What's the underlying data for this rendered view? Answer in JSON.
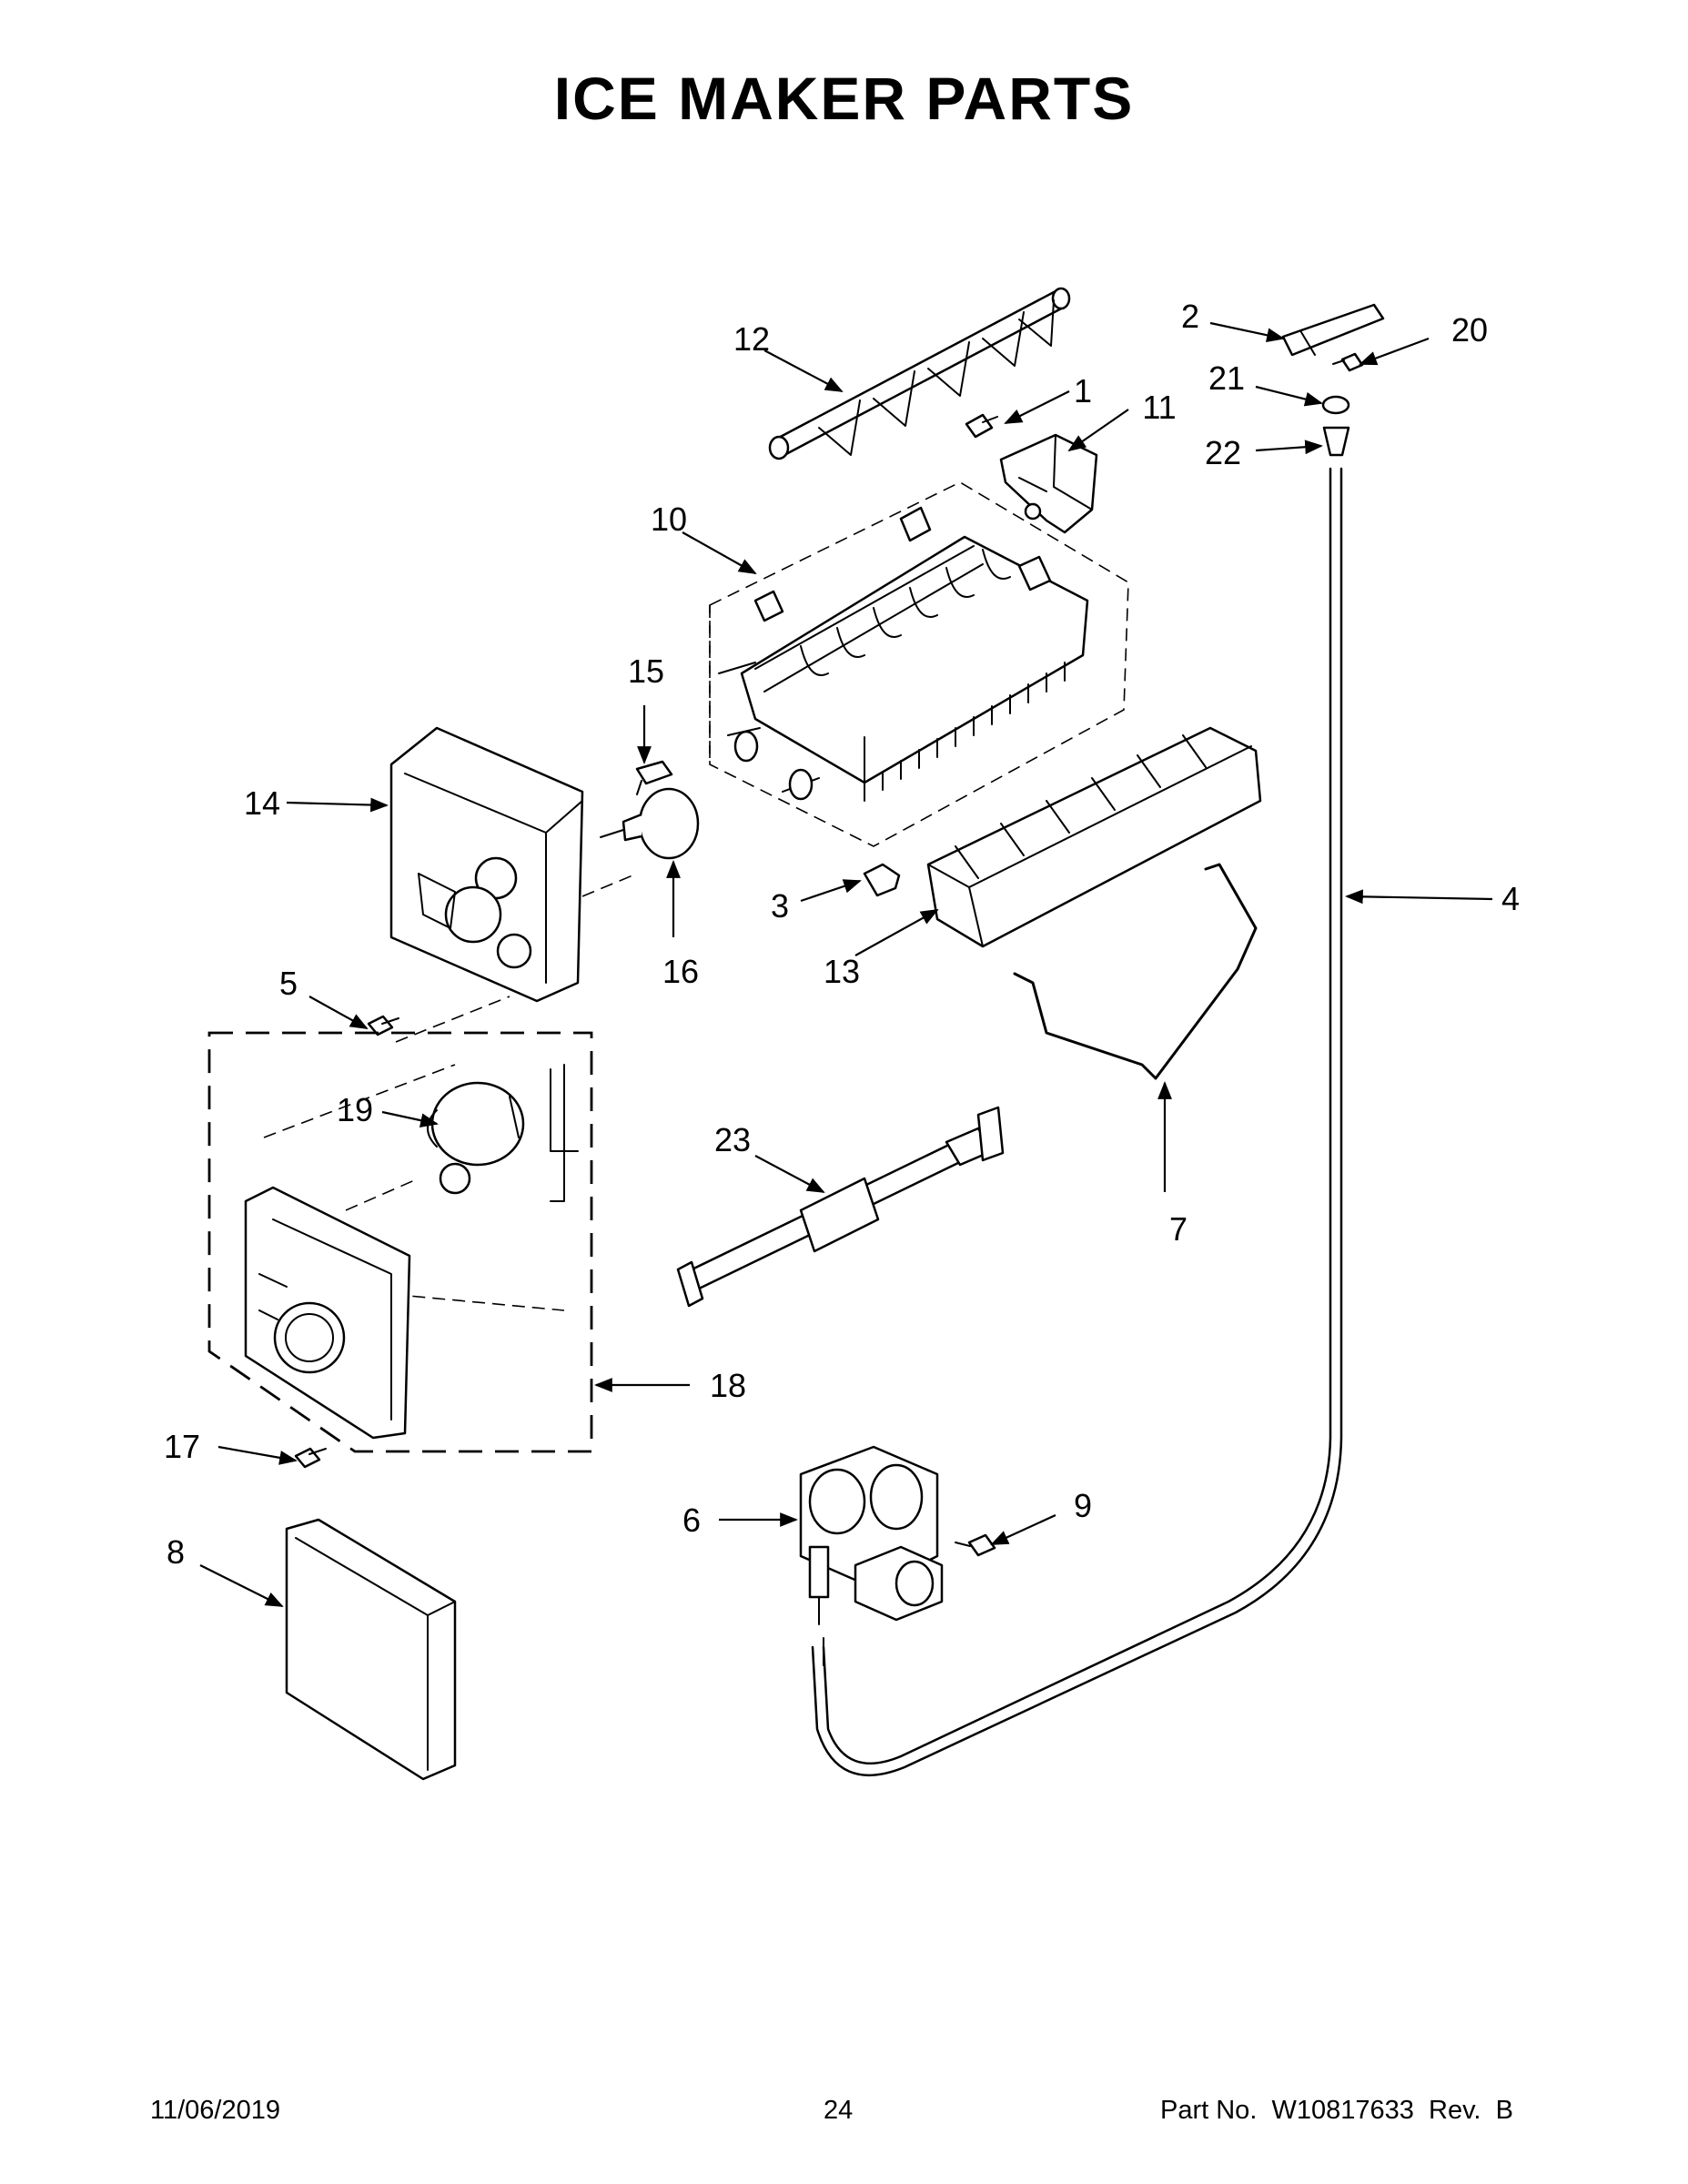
{
  "page": {
    "title": "ICE MAKER PARTS",
    "footer": {
      "date": "11/06/2019",
      "page_number": "24",
      "part_number_label": "Part No.  W10817633  Rev.  B"
    }
  },
  "callouts": {
    "c1": "1",
    "c2": "2",
    "c3": "3",
    "c4": "4",
    "c5": "5",
    "c6": "6",
    "c7": "7",
    "c8": "8",
    "c9": "9",
    "c10": "10",
    "c11": "11",
    "c12": "12",
    "c13": "13",
    "c14": "14",
    "c15": "15",
    "c16": "16",
    "c17": "17",
    "c18": "18",
    "c19": "19",
    "c20": "20",
    "c21": "21",
    "c22": "22",
    "c23": "23"
  }
}
